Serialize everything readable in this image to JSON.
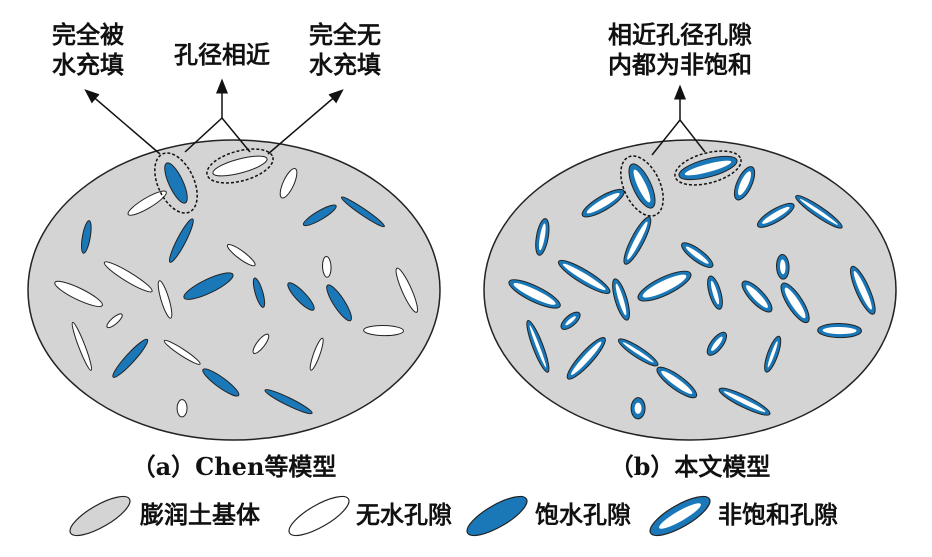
{
  "colors": {
    "matrix": "#d4d4d4",
    "saturated": "#1a78b8",
    "empty": "#ffffff",
    "stroke": "#222222"
  },
  "panel_a": {
    "label_top_left": [
      "完全被",
      "水充填"
    ],
    "label_top_mid": "孔径相近",
    "label_top_right": [
      "完全无",
      "水充填"
    ],
    "caption": "（a）Chen等模型"
  },
  "panel_b": {
    "label_top": [
      "相近孔径孔隙",
      "内都为非饱和"
    ],
    "caption": "（b）本文模型"
  },
  "legend": [
    {
      "label": "膨润土基体",
      "icon": "gray-ellipse-icon"
    },
    {
      "label": "无水孔隙",
      "icon": "white-ellipse-icon"
    },
    {
      "label": "饱水孔隙",
      "icon": "blue-ellipse-icon"
    },
    {
      "label": "非饱和孔隙",
      "icon": "blue-ring-ellipse-icon"
    }
  ]
}
